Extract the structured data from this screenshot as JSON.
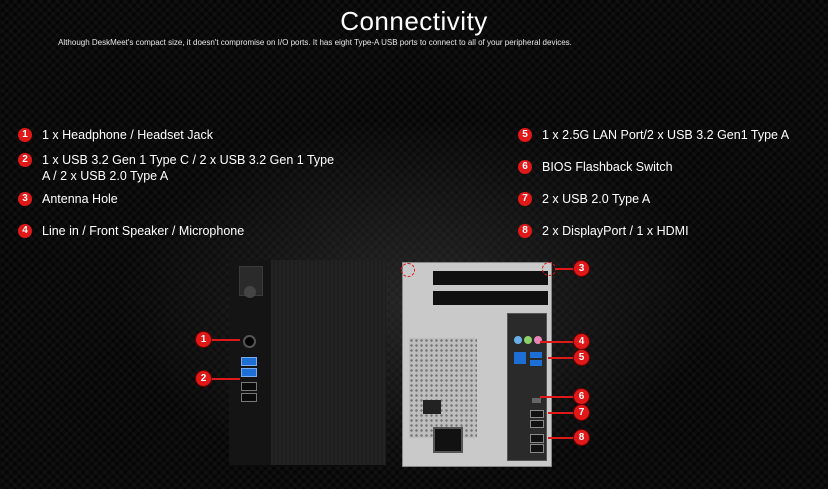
{
  "header": {
    "title": "Connectivity",
    "subtitle": "Although DeskMeet's compact size, it doesn't compromise on I/O ports. It has eight Type-A USB ports to connect to all of your peripheral devices."
  },
  "features": [
    {
      "num": "1",
      "text": "1 x Headphone / Headset Jack"
    },
    {
      "num": "2",
      "text": "1 x USB 3.2 Gen 1 Type C / 2 x USB 3.2 Gen 1 Type A / 2 x USB 2.0 Type A"
    },
    {
      "num": "3",
      "text": "Antenna Hole"
    },
    {
      "num": "4",
      "text": "Line in / Front Speaker / Microphone"
    },
    {
      "num": "5",
      "text": "1 x 2.5G LAN Port/2 x USB 3.2 Gen1 Type A"
    },
    {
      "num": "6",
      "text": "BIOS Flashback Switch"
    },
    {
      "num": "7",
      "text": "2 x USB 2.0 Type A"
    },
    {
      "num": "8",
      "text": "2 x DisplayPort  / 1 x HDMI"
    }
  ],
  "colors": {
    "accent": "#e01818",
    "background": "#000000",
    "text": "#ffffff"
  }
}
